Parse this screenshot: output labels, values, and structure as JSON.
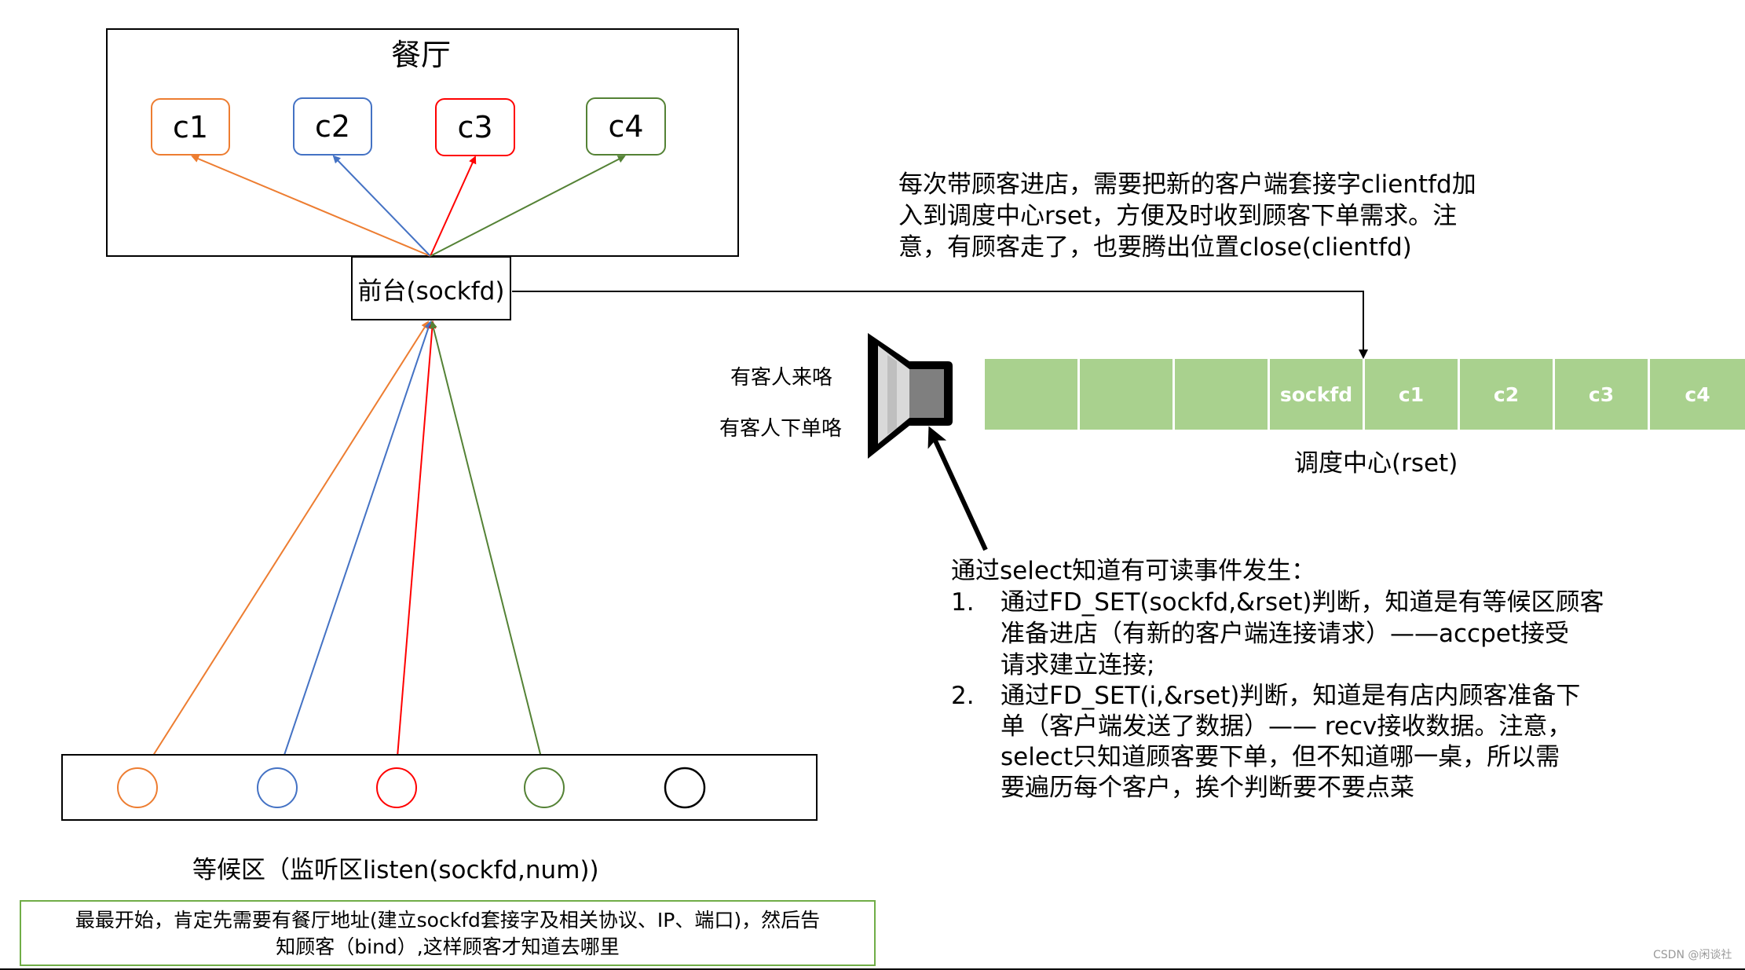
{
  "restaurant": {
    "title": "餐厅",
    "clients": [
      {
        "label": "c1",
        "color": "#ed7d31"
      },
      {
        "label": "c2",
        "color": "#4472c4"
      },
      {
        "label": "c3",
        "color": "#ff0000"
      },
      {
        "label": "c4",
        "color": "#548235"
      }
    ]
  },
  "front_desk": {
    "label": "前台(sockfd)"
  },
  "top_note": {
    "lines": [
      "每次带顾客进店，需要把新的客户端套接字clientfd加",
      "入到调度中心rset，方便及时收到顾客下单需求。注",
      "意，有顾客走了，也要腾出位置close(clientfd)"
    ]
  },
  "speaker": {
    "icon": "speaker-icon",
    "line1": "有客人来咯",
    "line2": "有客人下单咯"
  },
  "rset": {
    "cells": [
      "",
      "",
      "",
      "sockfd",
      "c1",
      "c2",
      "c3",
      "c4"
    ],
    "caption": "调度中心(rset)",
    "color": "#a9d18e"
  },
  "select_note": {
    "intro": "通过select知道有可读事件发生：",
    "items": [
      {
        "num": "1.",
        "lines": [
          "通过FD_SET(sockfd,&rset)判断，知道是有等候区顾客",
          "准备进店（有新的客户端连接请求）——accpet接受",
          "请求建立连接;"
        ]
      },
      {
        "num": "2.",
        "lines": [
          "通过FD_SET(i,&rset)判断，知道是有店内顾客准备下",
          "单（客户端发送了数据）—— recv接收数据。注意，",
          "select只知道顾客要下单，但不知道哪一桌，所以需",
          "要遍历每个客户，挨个判断要不要点菜"
        ]
      }
    ]
  },
  "waiting": {
    "caption": "等候区（监听区listen(sockfd,num))",
    "circle_colors": [
      "#ed7d31",
      "#4472c4",
      "#ff0000",
      "#548235",
      "#000000"
    ]
  },
  "bottom_note": {
    "line1": "最最开始，肯定先需要有餐厅地址(建立sockfd套接字及相关协议、IP、端口)，然后告",
    "line2": "知顾客（bind）,这样顾客才知道去哪里",
    "border_color": "#70ad47"
  },
  "watermark": "CSDN @闲谈社"
}
